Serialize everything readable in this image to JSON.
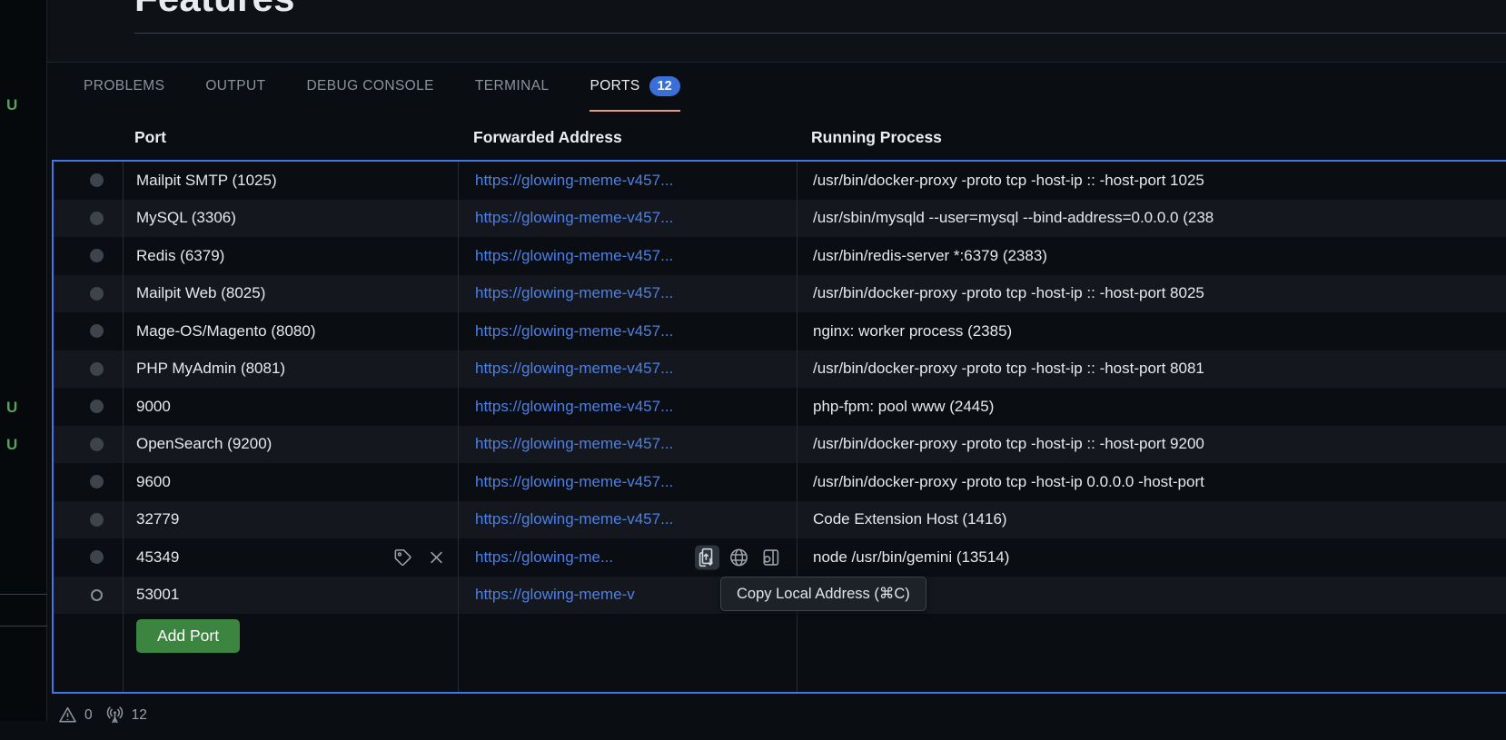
{
  "editor": {
    "heading": "Features"
  },
  "panel": {
    "tabs": [
      {
        "label": "PROBLEMS",
        "active": false
      },
      {
        "label": "OUTPUT",
        "active": false
      },
      {
        "label": "DEBUG CONSOLE",
        "active": false
      },
      {
        "label": "TERMINAL",
        "active": false
      },
      {
        "label": "PORTS",
        "active": true,
        "badge": "12"
      }
    ],
    "columns": [
      "Port",
      "Forwarded Address",
      "Running Process"
    ],
    "rows": [
      {
        "port": "Mailpit SMTP (1025)",
        "address": "https://glowing-meme-v457...",
        "process": "/usr/bin/docker-proxy -proto tcp -host-ip :: -host-port 1025",
        "dot": "filled"
      },
      {
        "port": "MySQL (3306)",
        "address": "https://glowing-meme-v457...",
        "process": "/usr/sbin/mysqld --user=mysql --bind-address=0.0.0.0 (238",
        "dot": "filled"
      },
      {
        "port": "Redis (6379)",
        "address": "https://glowing-meme-v457...",
        "process": "/usr/bin/redis-server *:6379 (2383)",
        "dot": "filled"
      },
      {
        "port": "Mailpit Web (8025)",
        "address": "https://glowing-meme-v457...",
        "process": "/usr/bin/docker-proxy -proto tcp -host-ip :: -host-port 8025",
        "dot": "filled"
      },
      {
        "port": "Mage-OS/Magento (8080)",
        "address": "https://glowing-meme-v457...",
        "process": "nginx: worker process (2385)",
        "dot": "filled"
      },
      {
        "port": "PHP MyAdmin (8081)",
        "address": "https://glowing-meme-v457...",
        "process": "/usr/bin/docker-proxy -proto tcp -host-ip :: -host-port 8081",
        "dot": "filled"
      },
      {
        "port": "9000",
        "address": "https://glowing-meme-v457...",
        "process": "php-fpm: pool www (2445)",
        "dot": "filled"
      },
      {
        "port": "OpenSearch (9200)",
        "address": "https://glowing-meme-v457...",
        "process": "/usr/bin/docker-proxy -proto tcp -host-ip :: -host-port 9200",
        "dot": "filled"
      },
      {
        "port": "9600",
        "address": "https://glowing-meme-v457...",
        "process": "/usr/bin/docker-proxy -proto tcp -host-ip 0.0.0.0 -host-port",
        "dot": "filled"
      },
      {
        "port": "32779",
        "address": "https://glowing-meme-v457...",
        "process": "Code Extension Host (1416)",
        "dot": "filled"
      },
      {
        "port": "45349",
        "address": "https://glowing-me...",
        "process": "node /usr/bin/gemini (13514)",
        "dot": "filled",
        "port_action_icons": [
          "tag-icon",
          "close-icon"
        ],
        "address_action_icons": [
          "copy-icon",
          "globe-icon",
          "preview-icon"
        ],
        "address_action_highlight": "copy-icon"
      },
      {
        "port": "53001",
        "address": "https://glowing-meme-v",
        "process": "",
        "dot": "hollow"
      }
    ],
    "add_port_label": "Add Port"
  },
  "tooltip": {
    "label": "Copy Local Address (⌘C)"
  },
  "status_bar": {
    "items": [
      {
        "icon": "warning-icon",
        "value": "0"
      },
      {
        "icon": "radio-tower-icon",
        "value": "12"
      }
    ]
  },
  "sidebar": {
    "decorations": [
      {
        "label": "U"
      },
      {
        "label": "U"
      },
      {
        "label": "U"
      }
    ]
  },
  "colors": {
    "focus_border": "#3e78e8",
    "badge": "#3b6fd8",
    "link": "#4c80e8",
    "active_tab_underline": "#e39a7d",
    "add_port_button": "#3c8540",
    "untracked_decoration": "#57a05e"
  }
}
